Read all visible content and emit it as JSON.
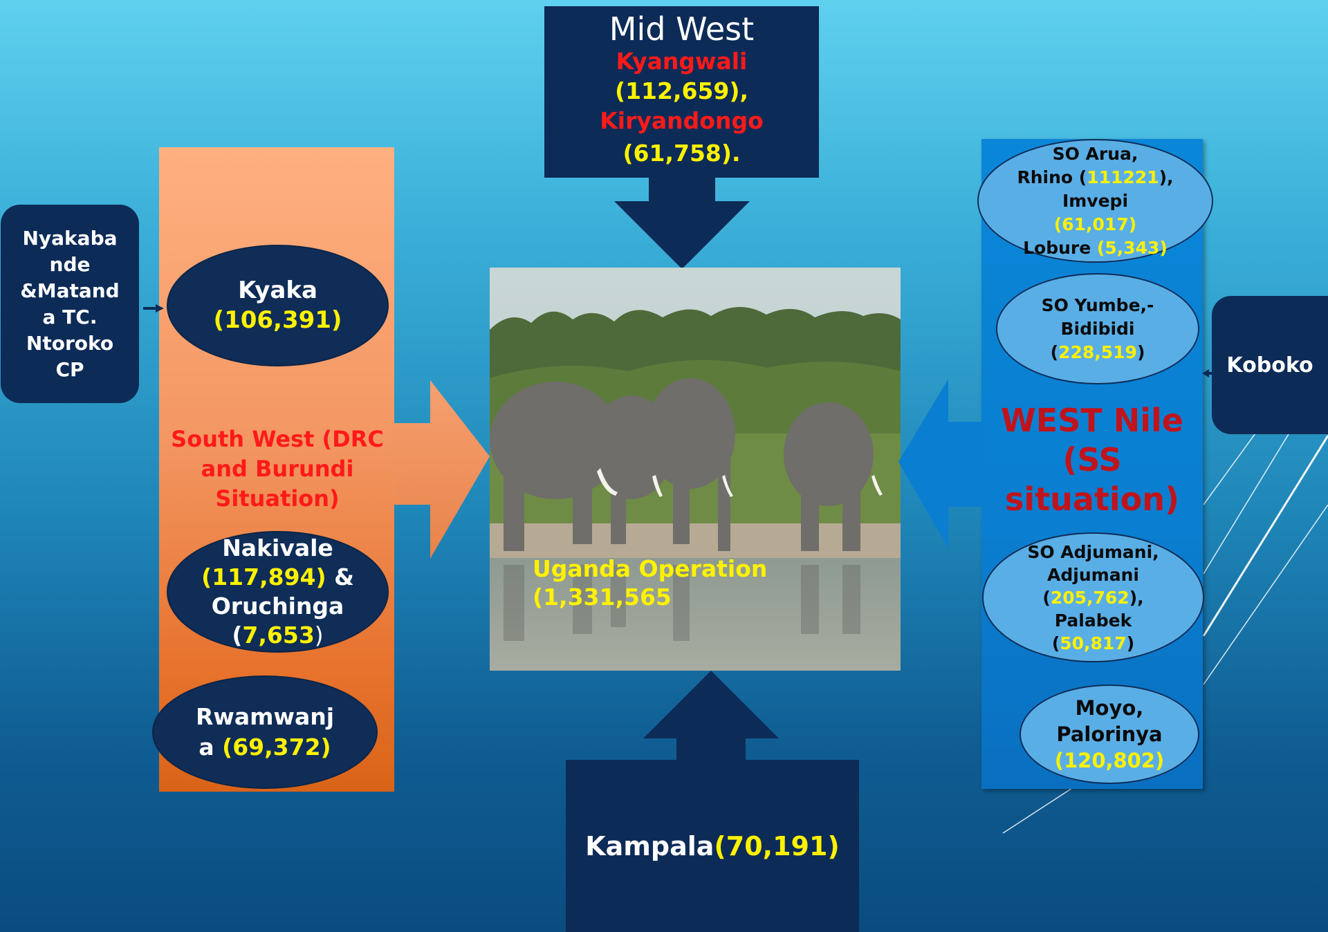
{
  "midwest": {
    "title": "Mid West",
    "kyangwali": "Kyangwali",
    "kyangwali_count": "(112,659),",
    "kiryandongo": "Kiryandongo",
    "kiryandongo_count": "(61,758)."
  },
  "nyakabande": {
    "lines": [
      "Nyakaba",
      "nde",
      "&Matand",
      "a TC.",
      "Ntoroko",
      "CP"
    ]
  },
  "south_west": {
    "label_lines": [
      "South West (DRC",
      "and Burundi",
      "Situation)"
    ],
    "kyaka": {
      "name": "Kyaka",
      "count": "(106,391)"
    },
    "nakivale": {
      "name": "Nakivale",
      "count": "(117,894)",
      "amp": " &",
      "name2": "Oruchinga",
      "open": "(",
      "count2": "7,653",
      "close": ")"
    },
    "rwamwanja": {
      "name": "Rwamwanj",
      "name2": "a",
      "count": "(69,372)"
    }
  },
  "center": {
    "caption_line1": "Uganda Operation",
    "caption_line2": "(1,331,565"
  },
  "west_nile": {
    "label_lines": [
      "WEST Nile",
      "(SS",
      "situation)"
    ],
    "arua": {
      "line1": "SO Arua,",
      "rhino": "Rhino (",
      "rhino_count": "111221",
      "rhino_close": "),",
      "imvepi": "Imvepi",
      "imvepi_count": "(61,017)",
      "lobure": "Lobure ",
      "lobure_count": "(5,343)"
    },
    "yumbe": {
      "line1": "SO Yumbe,-",
      "line2": "Bidibidi",
      "open": "(",
      "count": "228,519",
      "close": ")"
    },
    "adjumani": {
      "line1": "SO Adjumani,",
      "line2": "Adjumani",
      "open1": "(",
      "count1": "205,762",
      "close1": "),",
      "line4": "Palabek",
      "open2": "(",
      "count2": "50,817",
      "close2": ")"
    },
    "moyo": {
      "line1": "Moyo,",
      "line2": "Palorinya",
      "count": "(120,802)"
    }
  },
  "koboko": {
    "label": "Koboko"
  },
  "kampala": {
    "label": "Kampala ",
    "count": "(70,191)"
  },
  "colors": {
    "navy": "#0d2b57",
    "yellow": "#fff200",
    "red": "#ff1a1a",
    "orange": "#f39763",
    "blue": "#0a7ed0"
  }
}
